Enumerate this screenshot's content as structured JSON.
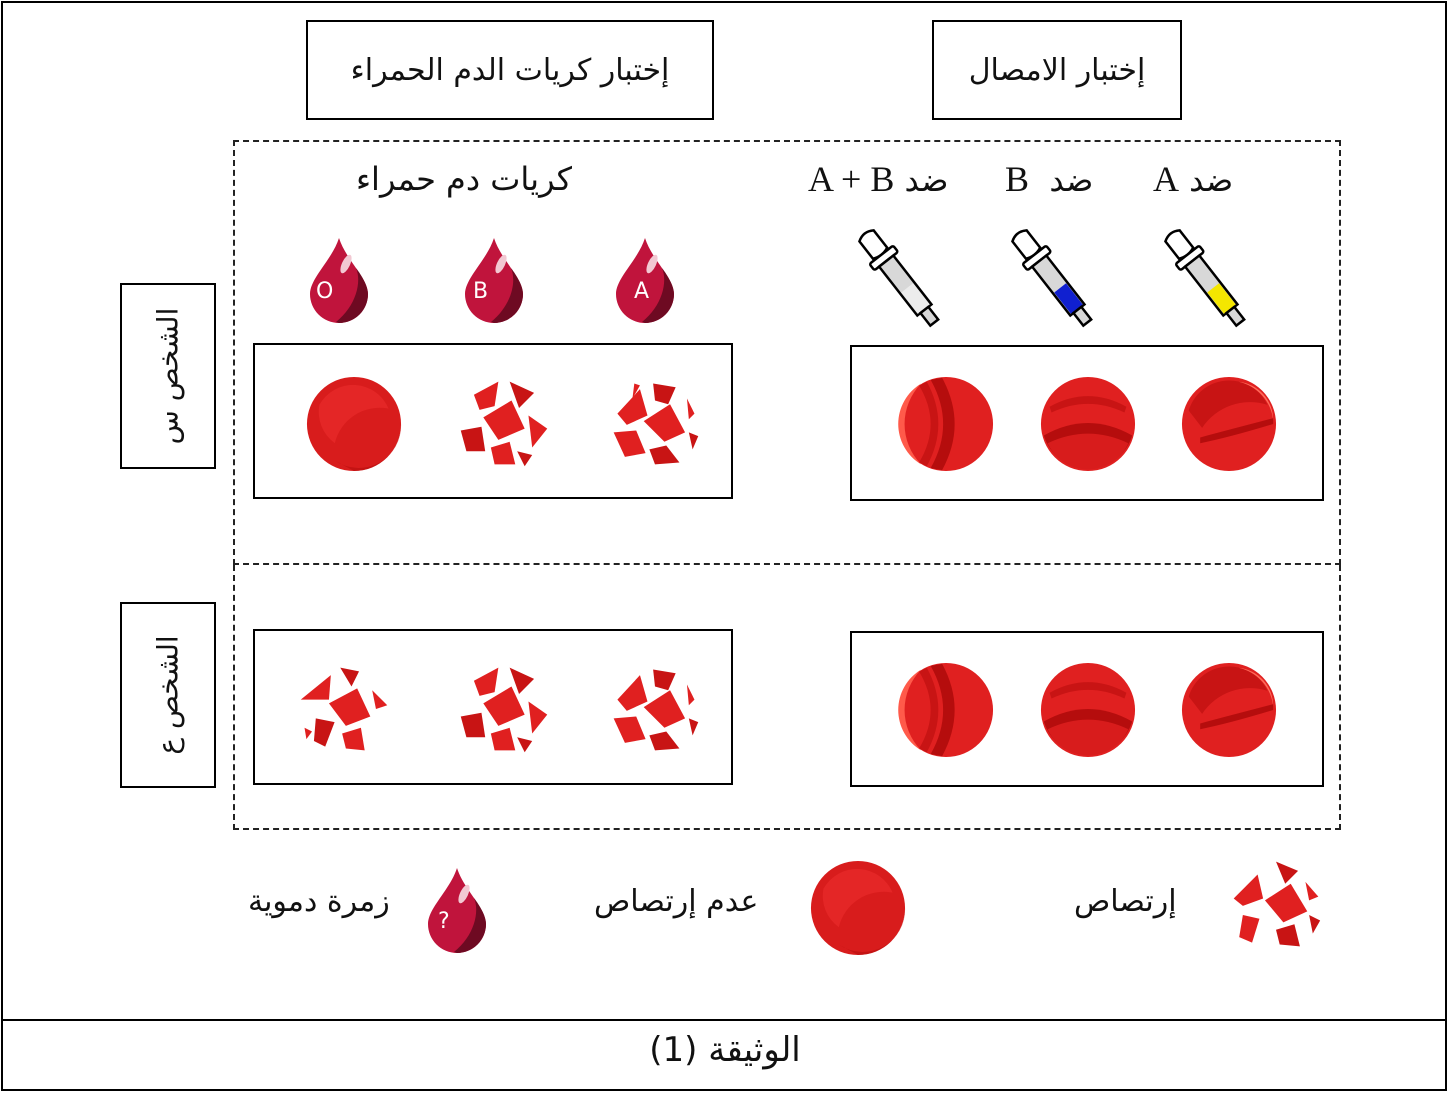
{
  "headers": {
    "serum_test": "إختبار الامصال",
    "rbc_test": "إختبار كريات الدم الحمراء"
  },
  "serum_labels": [
    {
      "word": "ضد",
      "letter": "A"
    },
    {
      "word": "ضد",
      "letter": "B"
    },
    {
      "word": "ضد",
      "letter": "A + B"
    }
  ],
  "rbc_label": "كريات دم حمراء",
  "blood_drops": [
    "A",
    "B",
    "O"
  ],
  "persons": {
    "x": "الشخص س",
    "y": "الشخص ع"
  },
  "legend": {
    "agglutination": "إرتصاص",
    "no_agglutination": "عدم إرتصاص",
    "blood_group": "زمرة دموية",
    "unknown_mark": "?"
  },
  "caption": "الوثيقة (1)",
  "colors": {
    "cell_red": "#e02020",
    "cell_dark": "#b50d0d",
    "drop": "#c0143c",
    "drop_dark": "#6e0a22",
    "serum_a": "#f4e600",
    "serum_b": "#1020d0",
    "serum_ab": "#c8c8c8"
  },
  "results": {
    "person_x_serum": [
      "none",
      "none",
      "none"
    ],
    "person_x_rbc": [
      "agglutination",
      "agglutination",
      "none"
    ],
    "person_y_serum": [
      "none",
      "none",
      "none"
    ],
    "person_y_rbc": [
      "agglutination",
      "agglutination",
      "agglutination"
    ]
  }
}
